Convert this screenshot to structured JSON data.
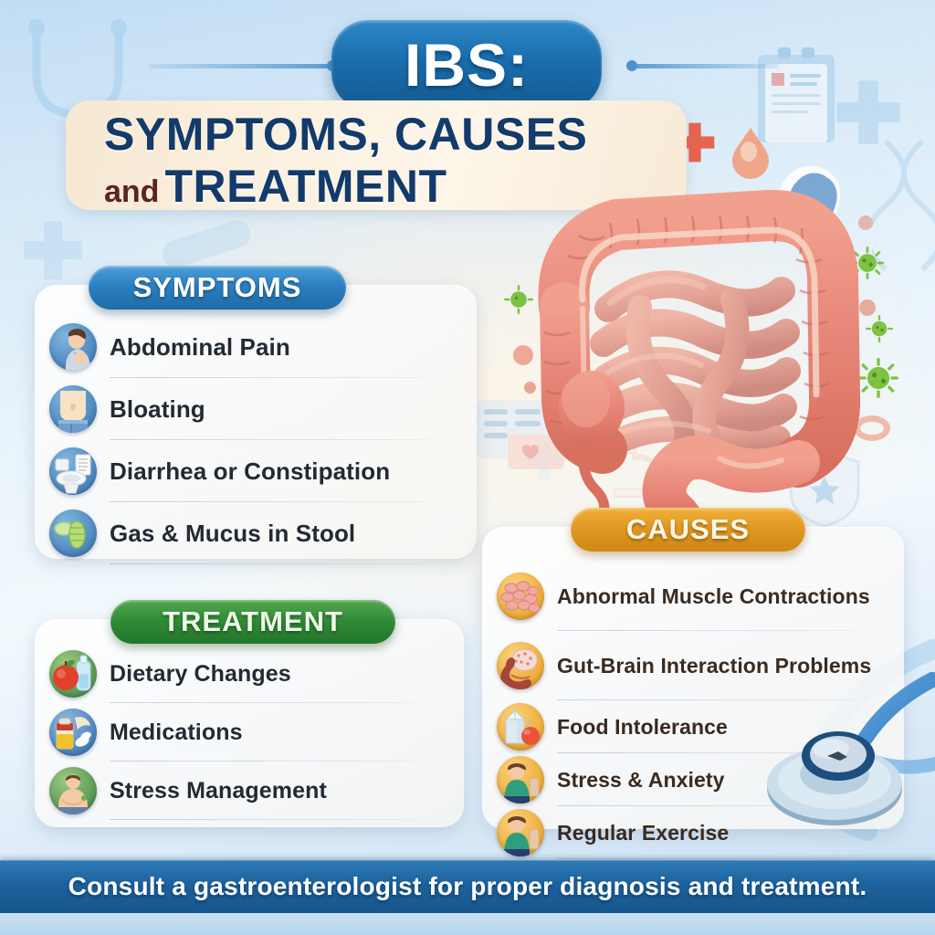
{
  "header": {
    "badge": "IBS:",
    "title_line1": "SYMPTOMS, CAUSES",
    "title_and": "and",
    "title_line2": "TREATMENT"
  },
  "colors": {
    "symptoms_accent": "#2b7fc0",
    "treatment_accent": "#2f8a36",
    "causes_accent": "#e09722",
    "footer_bar": "#1d639f",
    "title_text": "#123a6b",
    "and_text": "#5a2420",
    "page_background": "#d4e8f8"
  },
  "sections": {
    "symptoms": {
      "heading": "SYMPTOMS",
      "items": [
        {
          "label": "Abdominal Pain",
          "icon": "person-abdominal-pain-icon"
        },
        {
          "label": "Bloating",
          "icon": "bloated-belly-icon"
        },
        {
          "label": "Diarrhea or Constipation",
          "icon": "toilet-icon"
        },
        {
          "label": "Gas & Mucus in Stool",
          "icon": "gas-bubbles-icon"
        }
      ]
    },
    "treatment": {
      "heading": "TREATMENT",
      "items": [
        {
          "label": "Dietary Changes",
          "icon": "apple-water-bottle-icon"
        },
        {
          "label": "Medications",
          "icon": "pill-bottle-icon"
        },
        {
          "label": "Stress Management",
          "icon": "meditation-person-icon"
        }
      ]
    },
    "causes": {
      "heading": "CAUSES",
      "items": [
        {
          "label": "Abnormal Muscle Contractions",
          "icon": "muscle-tissue-icon"
        },
        {
          "label": "Gut-Brain Interaction Problems",
          "icon": "brain-gut-icon"
        },
        {
          "label": "Food Intolerance",
          "icon": "milk-carton-icon"
        },
        {
          "label": "Stress & Anxiety",
          "icon": "stressed-person-icon"
        },
        {
          "label": "Regular Exercise",
          "icon": "exercise-person-icon"
        }
      ]
    }
  },
  "illustration": {
    "main": "large-intestine-illustration",
    "stethoscope": "stethoscope-illustration",
    "clipboard": "clipboard-icon",
    "red_cross": "red-cross-icon",
    "germs": "virus-germ-icons"
  },
  "footer": {
    "note": "Consult a gastroenterologist for proper diagnosis and treatment."
  }
}
